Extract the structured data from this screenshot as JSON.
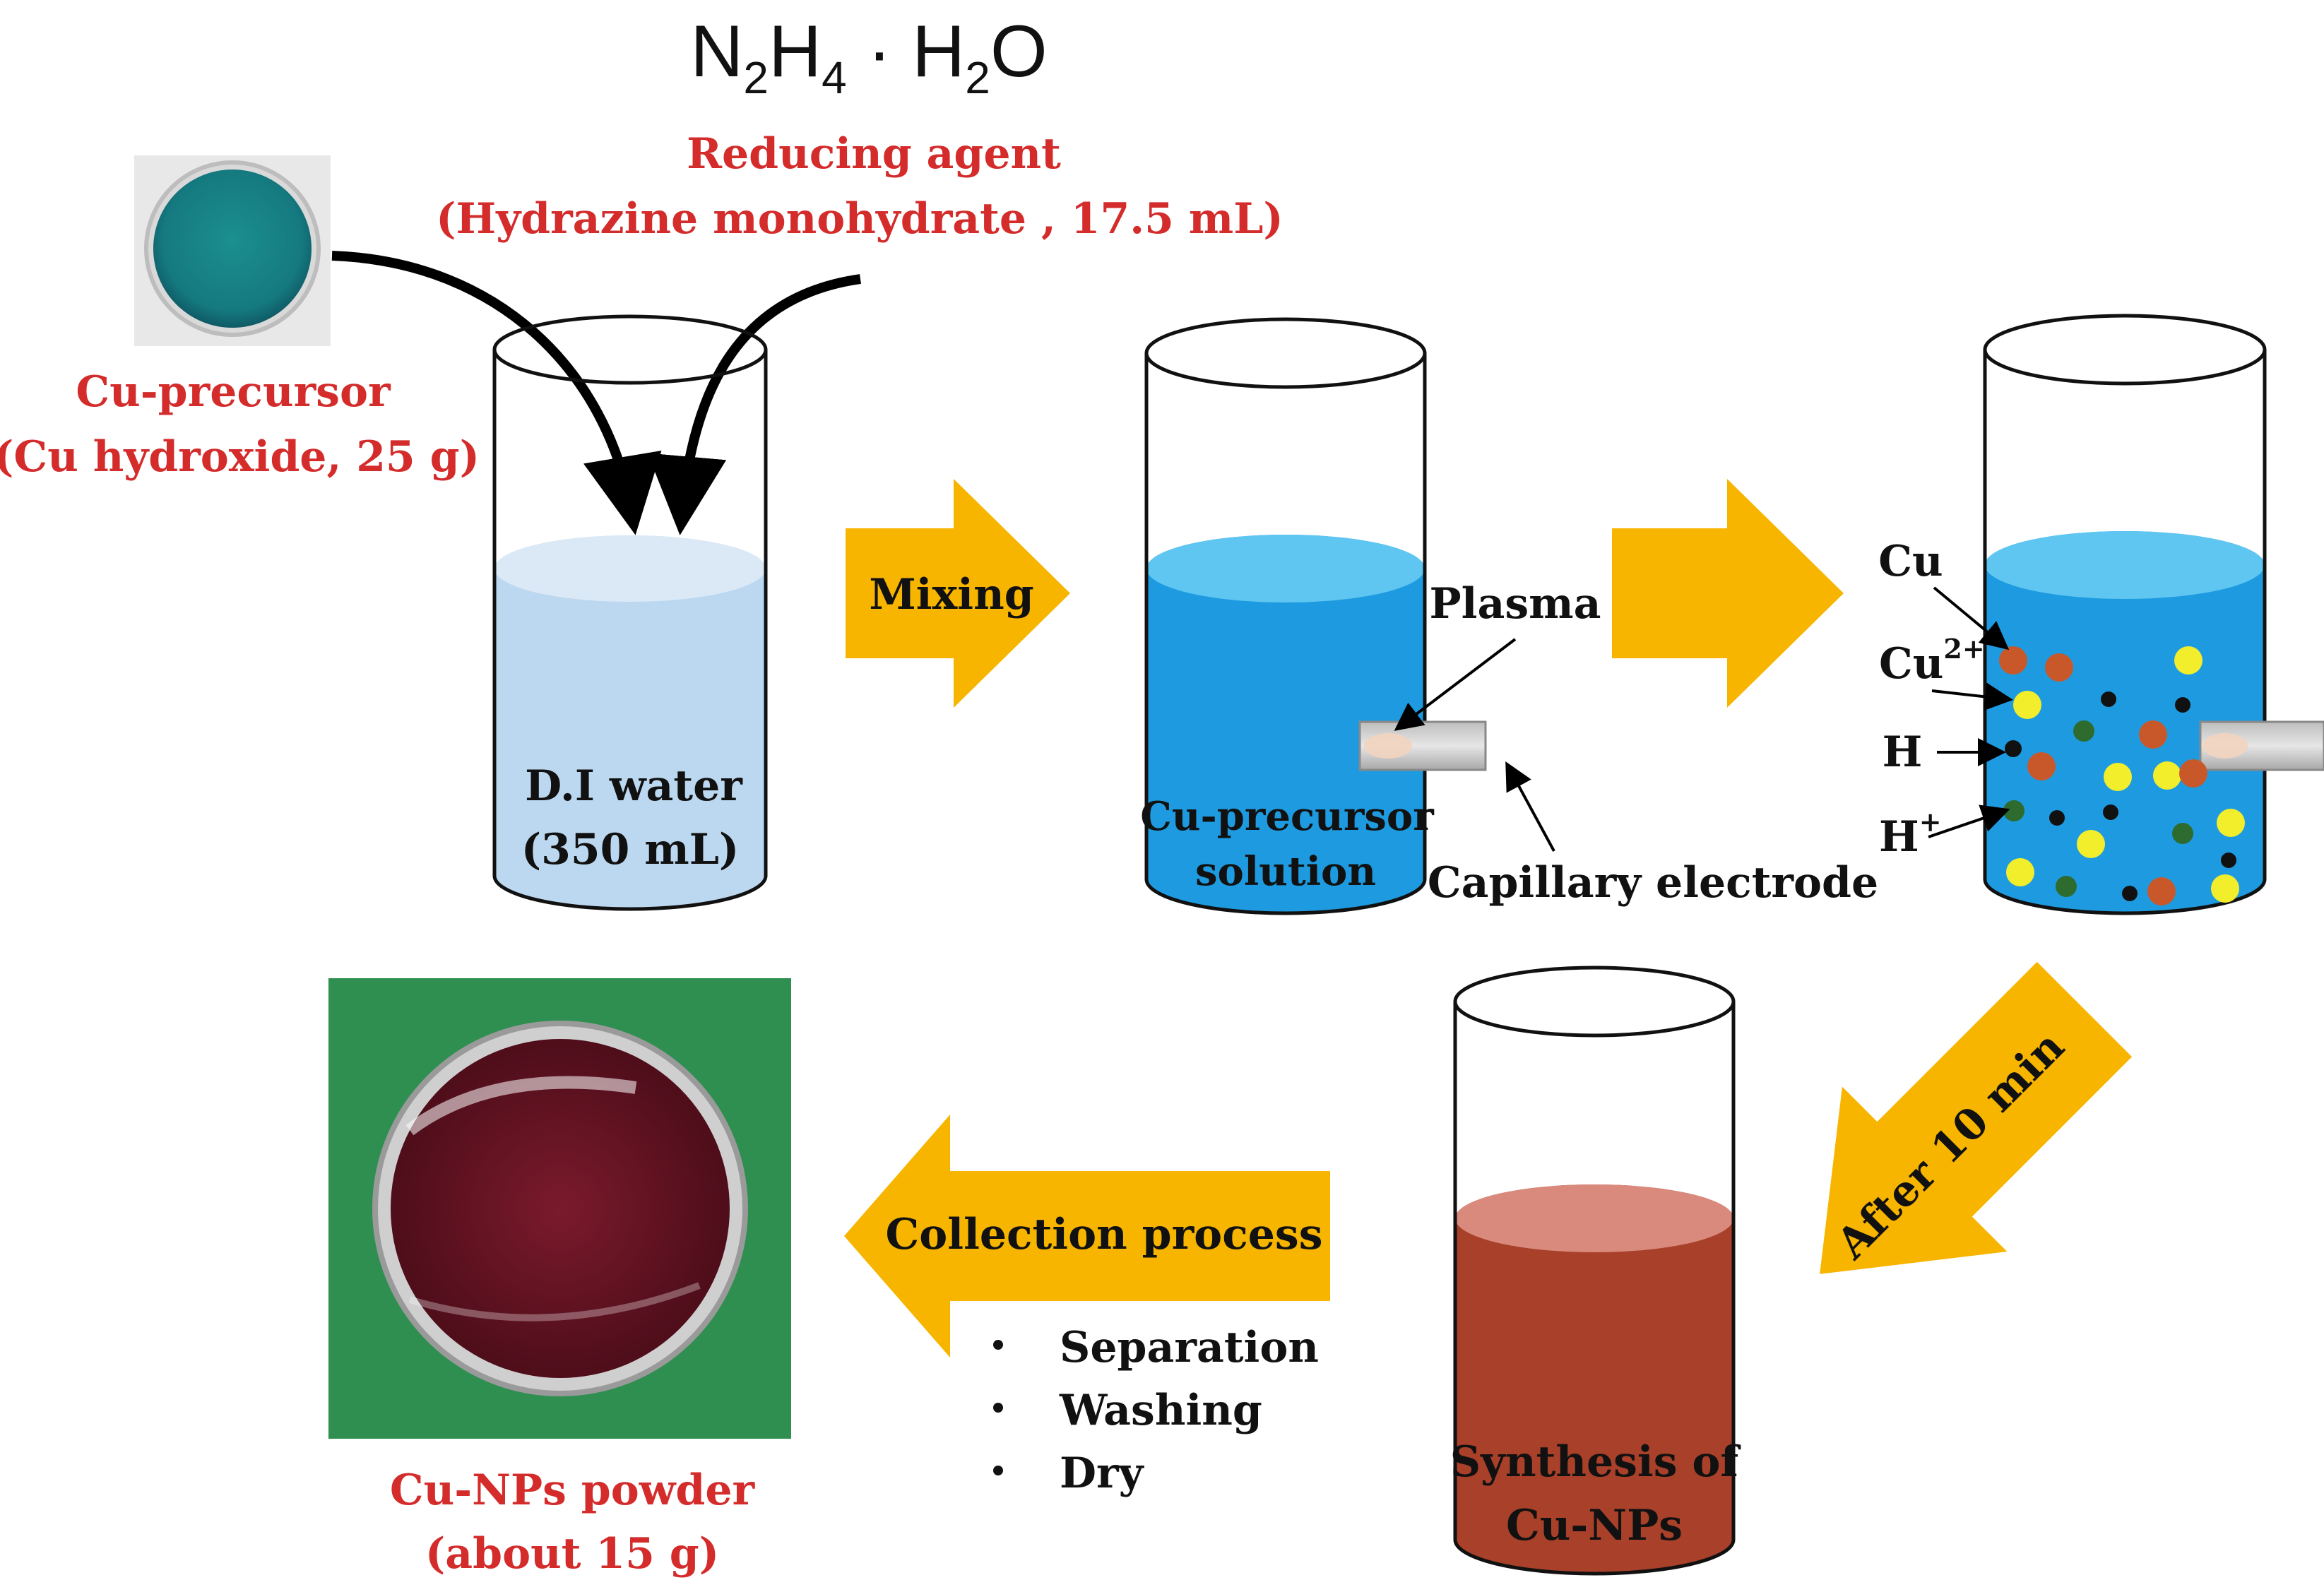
{
  "formula": {
    "main1": "N",
    "sub1": "2",
    "main2": "H",
    "sub2": "4",
    "dot": " · ",
    "main3": "H",
    "sub3": "2",
    "main4": "O"
  },
  "reducing_agent": {
    "line1": "Reducing agent",
    "line2": "(Hydrazine monohydrate , 17.5 mL)"
  },
  "cu_precursor": {
    "line1": "Cu-precursor",
    "line2": "(Cu hydroxide, 25 g)"
  },
  "beaker1": {
    "line1": "D.I water",
    "line2": "(350 mL)"
  },
  "arrow_mixing": {
    "label": "Mixing"
  },
  "beaker2": {
    "line1": "Cu-precursor",
    "line2": "solution"
  },
  "plasma_label": "Plasma",
  "capillary_label": "Capillary electrode",
  "species": {
    "cu": "Cu",
    "cu2": "Cu",
    "cu2_sup": "2+",
    "h": "H",
    "hplus": "H",
    "hplus_sup": "+"
  },
  "arrow_after": {
    "label": "After 10 min"
  },
  "beaker4": {
    "line1": "Synthesis of",
    "line2": "Cu-NPs"
  },
  "arrow_collection": {
    "label": "Collection process"
  },
  "steps": [
    "Separation",
    "Washing",
    "Dry"
  ],
  "powder": {
    "line1": "Cu-NPs powder",
    "line2": "(about 15 g)"
  },
  "colors": {
    "red_text": "#d42b2b",
    "arrow": "#f7b500",
    "water_light": "#bcd8f0",
    "solution_blue": "#1e9be0",
    "solution_top": "#5fc6f1",
    "cu_brown": "#c8582a",
    "cu2_yellow": "#f3ee2b",
    "h_black": "#111111",
    "hplus_green": "#2e6b2e",
    "synth_red": "#a8402a",
    "synth_top": "#d98a7d",
    "green_bg": "#2e8f50",
    "powder": "#6b1424"
  }
}
